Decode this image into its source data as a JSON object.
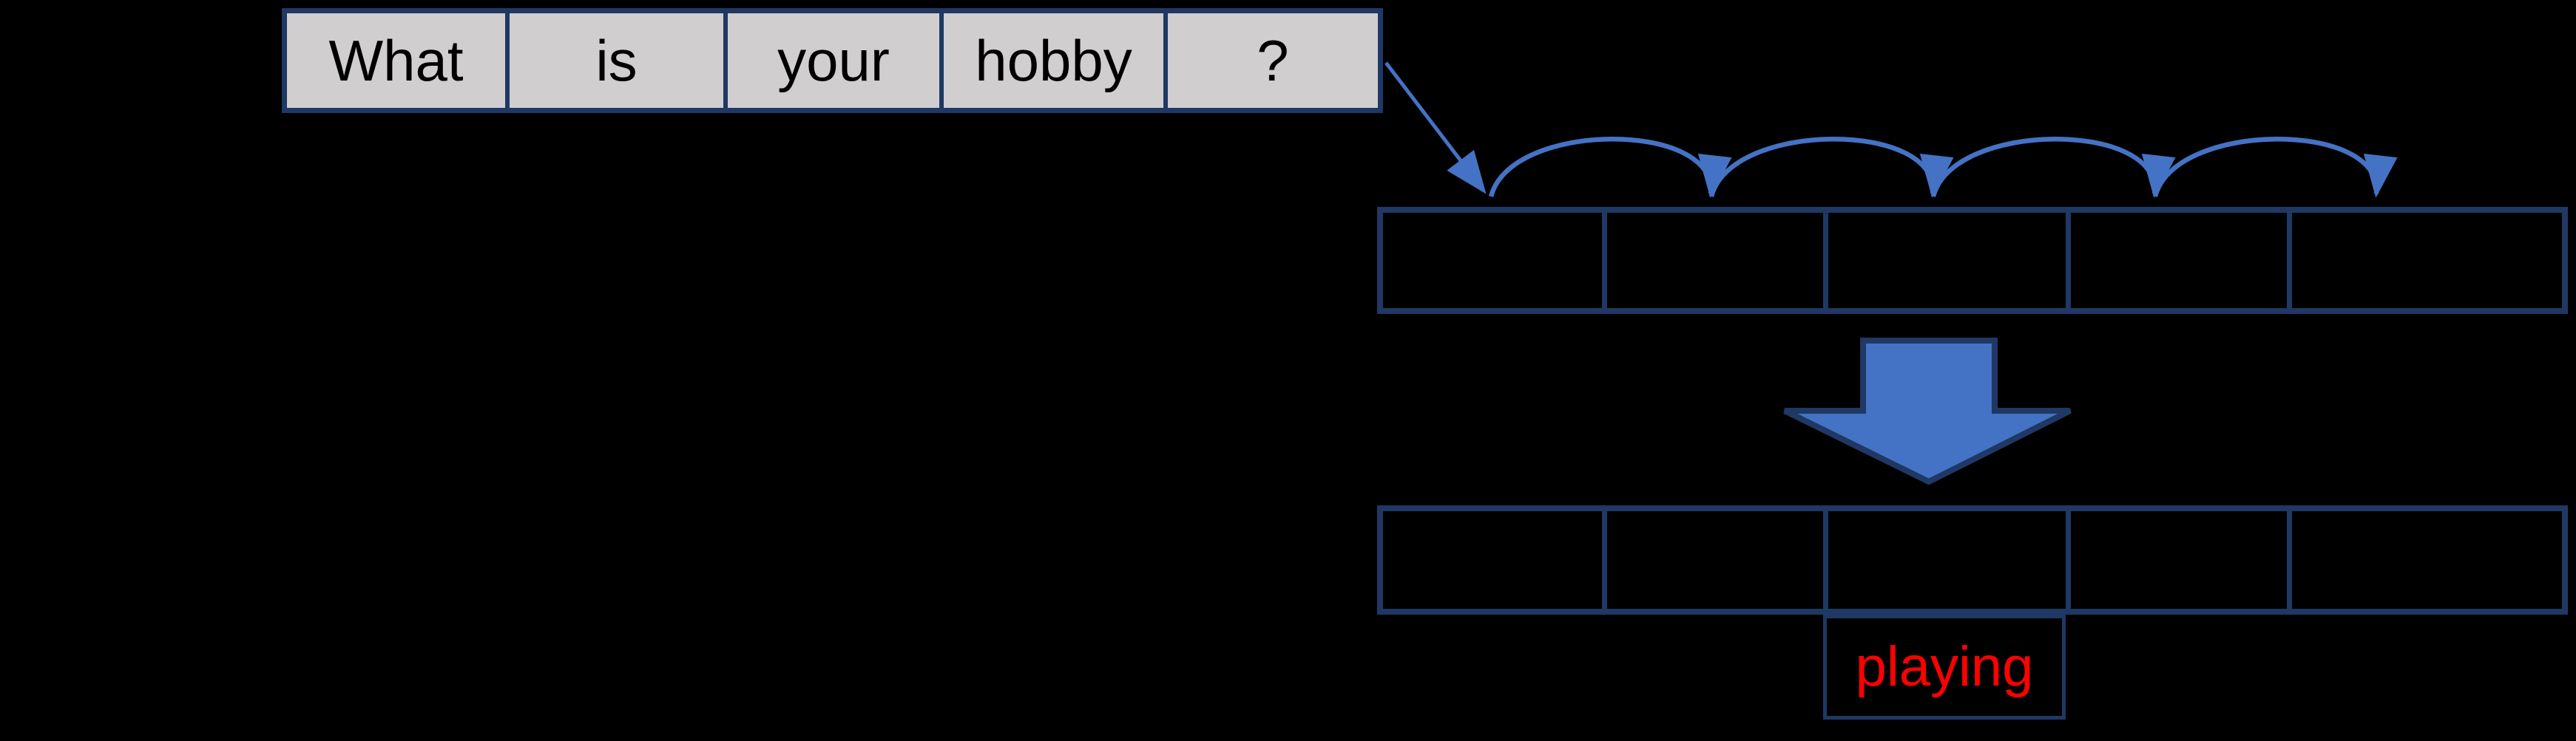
{
  "colors": {
    "background": "#000000",
    "box_border": "#1f3864",
    "token_fill": "#d0cece",
    "arrow_blue": "#4472c4",
    "token_text": "#000000",
    "prediction_red": "#ff0000"
  },
  "sentence": {
    "tokens": [
      "What",
      "is",
      "your",
      "hobby",
      "?"
    ]
  },
  "state_row": {
    "cell_count": 5,
    "cells": [
      "",
      "",
      "",
      "",
      ""
    ]
  },
  "output_row": {
    "cell_count": 5,
    "cells": [
      "",
      "",
      "",
      "",
      ""
    ]
  },
  "prediction": {
    "label": "playing"
  },
  "icons": {
    "feed_arrow": "feed-arrow-icon",
    "hop_arcs": "hop-arc-icon",
    "big_down_arrow": "down-arrow-icon"
  }
}
